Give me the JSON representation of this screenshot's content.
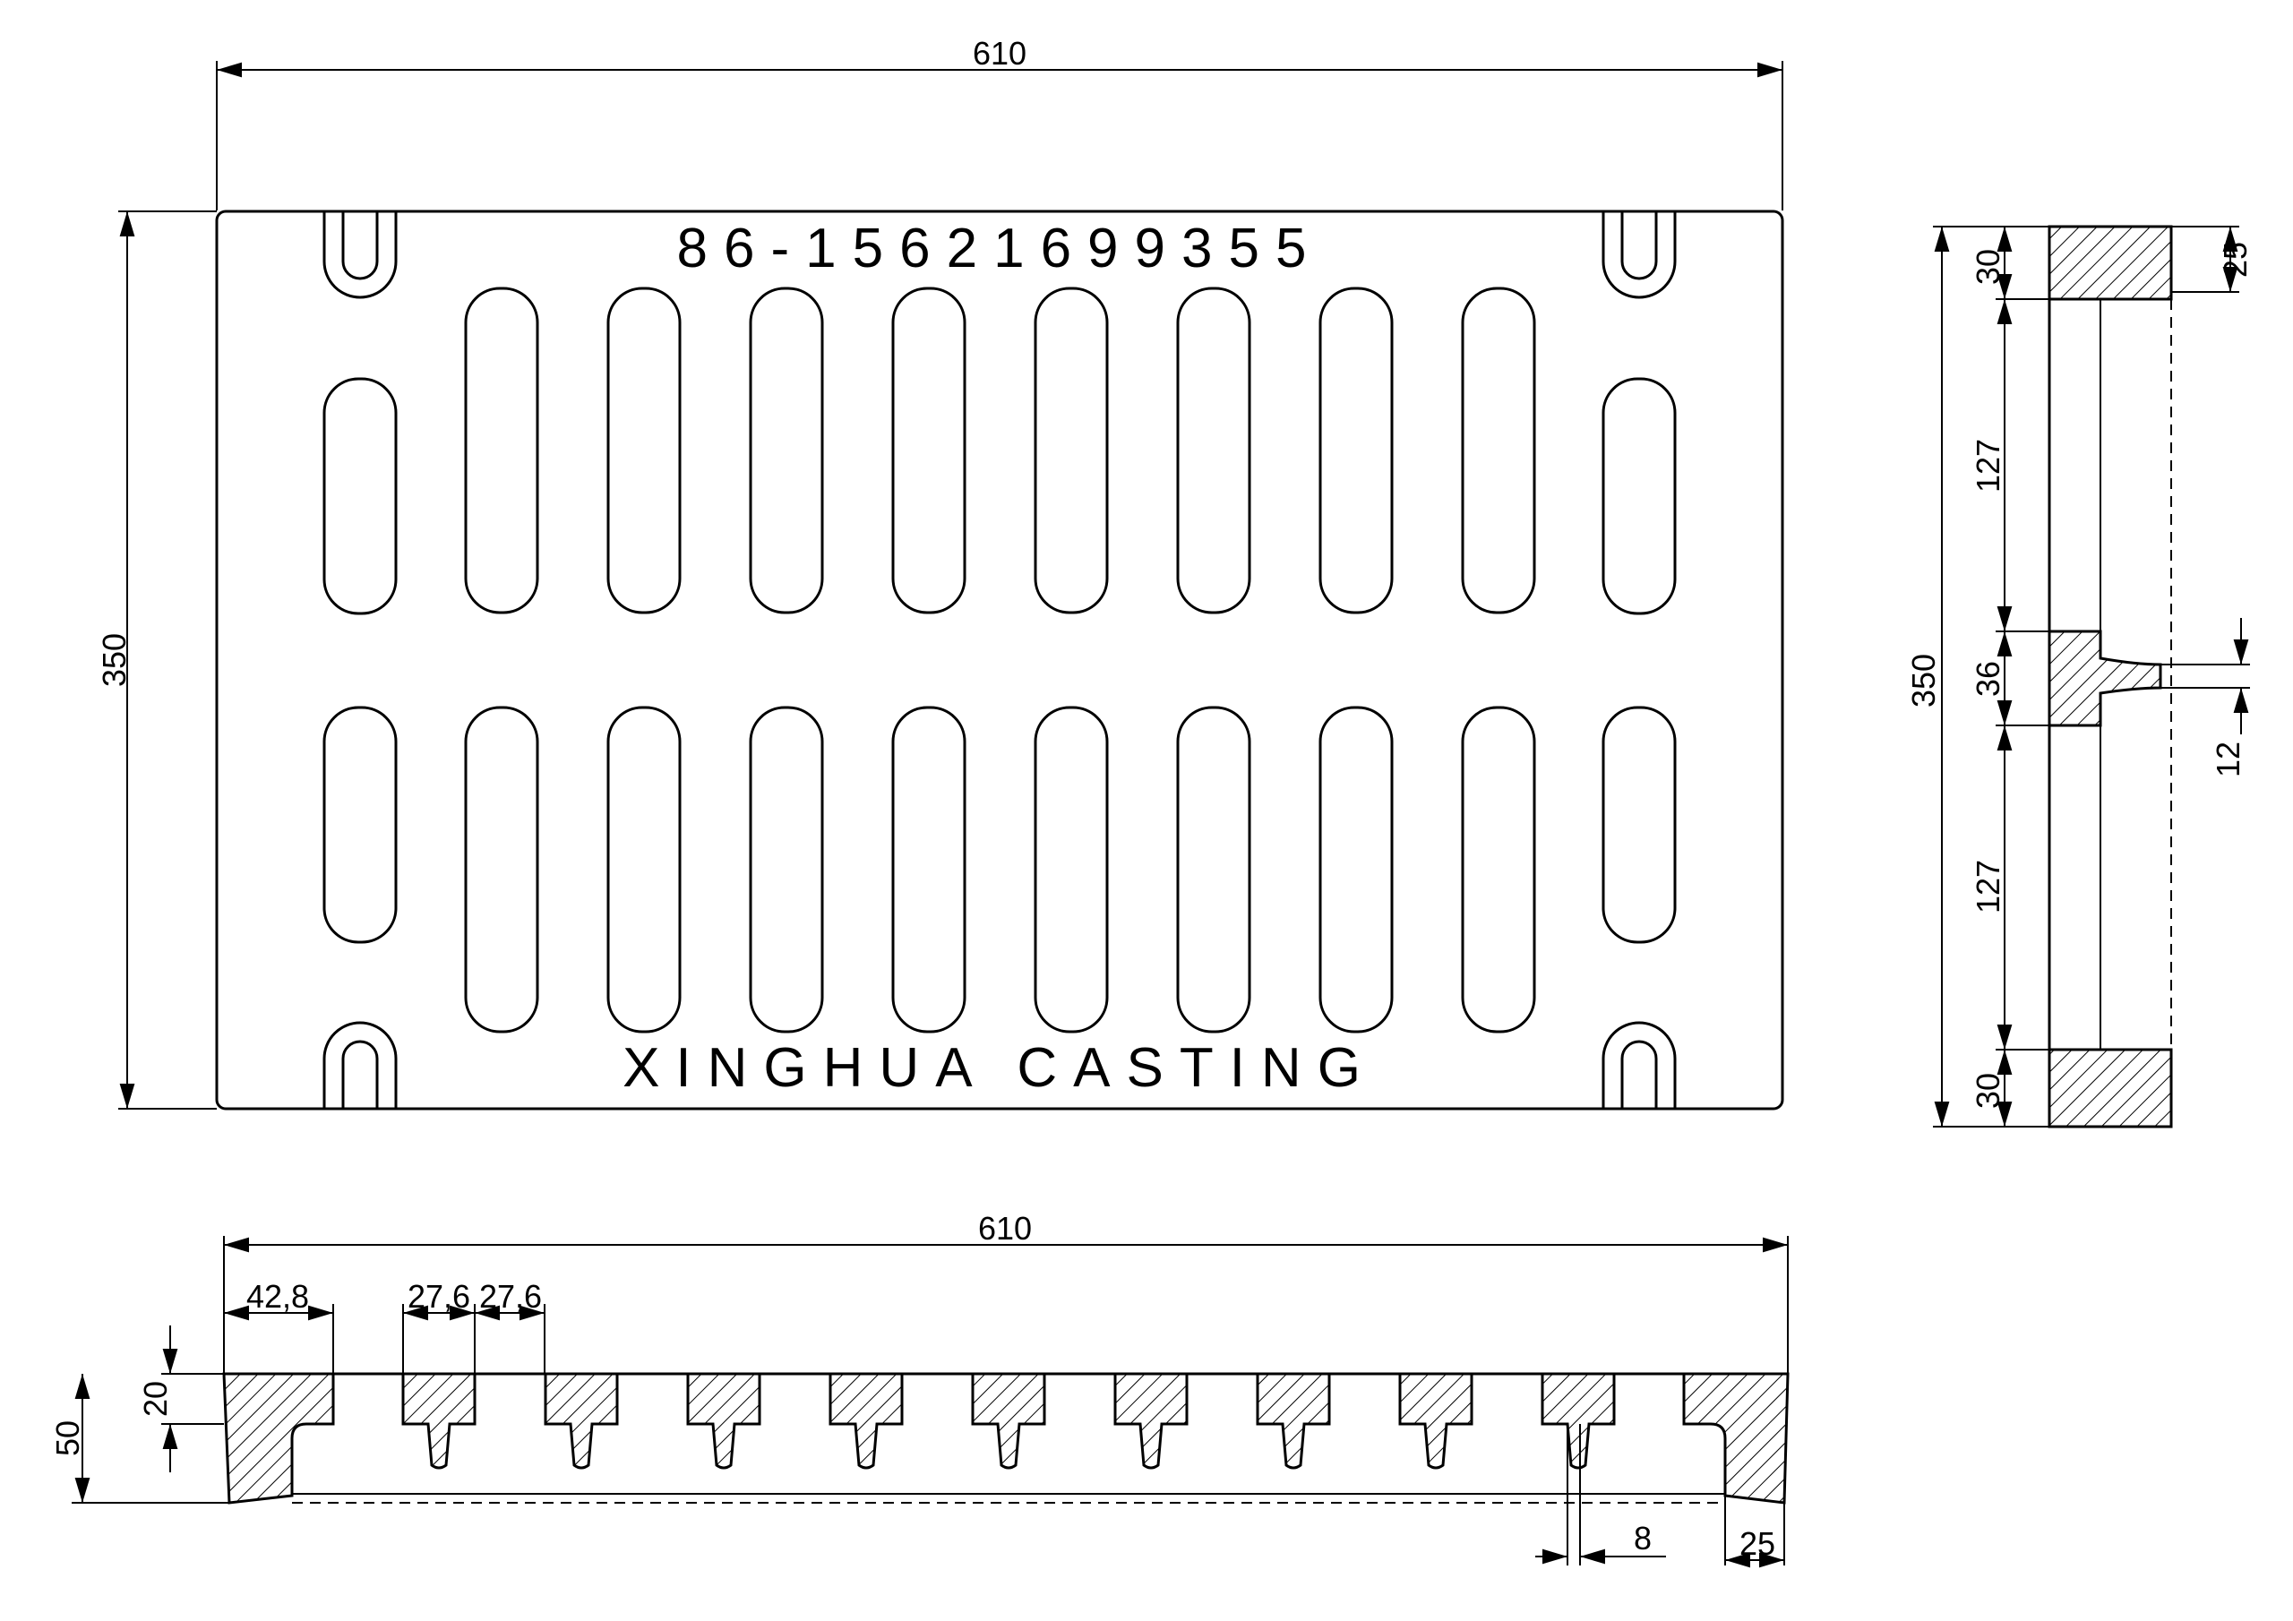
{
  "plan": {
    "plate_text_top": "86-15621699355",
    "plate_text_bottom": "XINGHUA CASTING",
    "dim_width": "610",
    "dim_height": "350"
  },
  "side_view": {
    "dim_total": "350",
    "dim_top_rim": "30",
    "dim_upper_slot": "127",
    "dim_center_bar": "36",
    "dim_lower_slot": "127",
    "dim_bottom_rim": "30",
    "dim_rim_depth": "25",
    "dim_bar_step": "12"
  },
  "section_view": {
    "dim_width": "610",
    "dim_edge_offset": "42,8",
    "dim_slot_a": "27,6",
    "dim_slot_b": "27,6",
    "dim_top_depth": "20",
    "dim_total_depth": "50",
    "dim_rib": "8",
    "dim_rim": "25"
  }
}
